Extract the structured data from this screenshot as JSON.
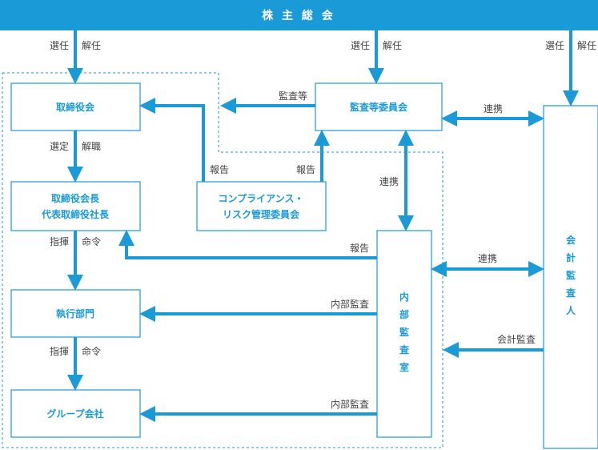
{
  "colors": {
    "accent": "#1a9ad6",
    "box_border": "#1a9ad6",
    "text_dark": "#444444",
    "dotted": "#1a9ad6"
  },
  "header": {
    "label": "株 主 総 会"
  },
  "boxes": {
    "board": "取締役会",
    "chairman_line1": "取締役会長",
    "chairman_line2": "代表取締役社長",
    "executive": "執行部門",
    "group": "グループ会社",
    "audit_committee": "監査等委員会",
    "compliance_line1": "コンプライアンス・",
    "compliance_line2": "リスク管理委員会",
    "internal_audit": [
      "内",
      "部",
      "監",
      "査",
      "室"
    ],
    "accounting_auditor": [
      "会",
      "計",
      "監",
      "査",
      "人"
    ]
  },
  "edges": {
    "elect": "選任",
    "dismiss": "解任",
    "appoint": "選定",
    "discharge": "解職",
    "direct": "指揮",
    "order": "命令",
    "report": "報告",
    "audit_etc": "監査等",
    "coordinate": "連携",
    "internal_audit": "内部監査",
    "accounting_audit": "会計監査"
  }
}
